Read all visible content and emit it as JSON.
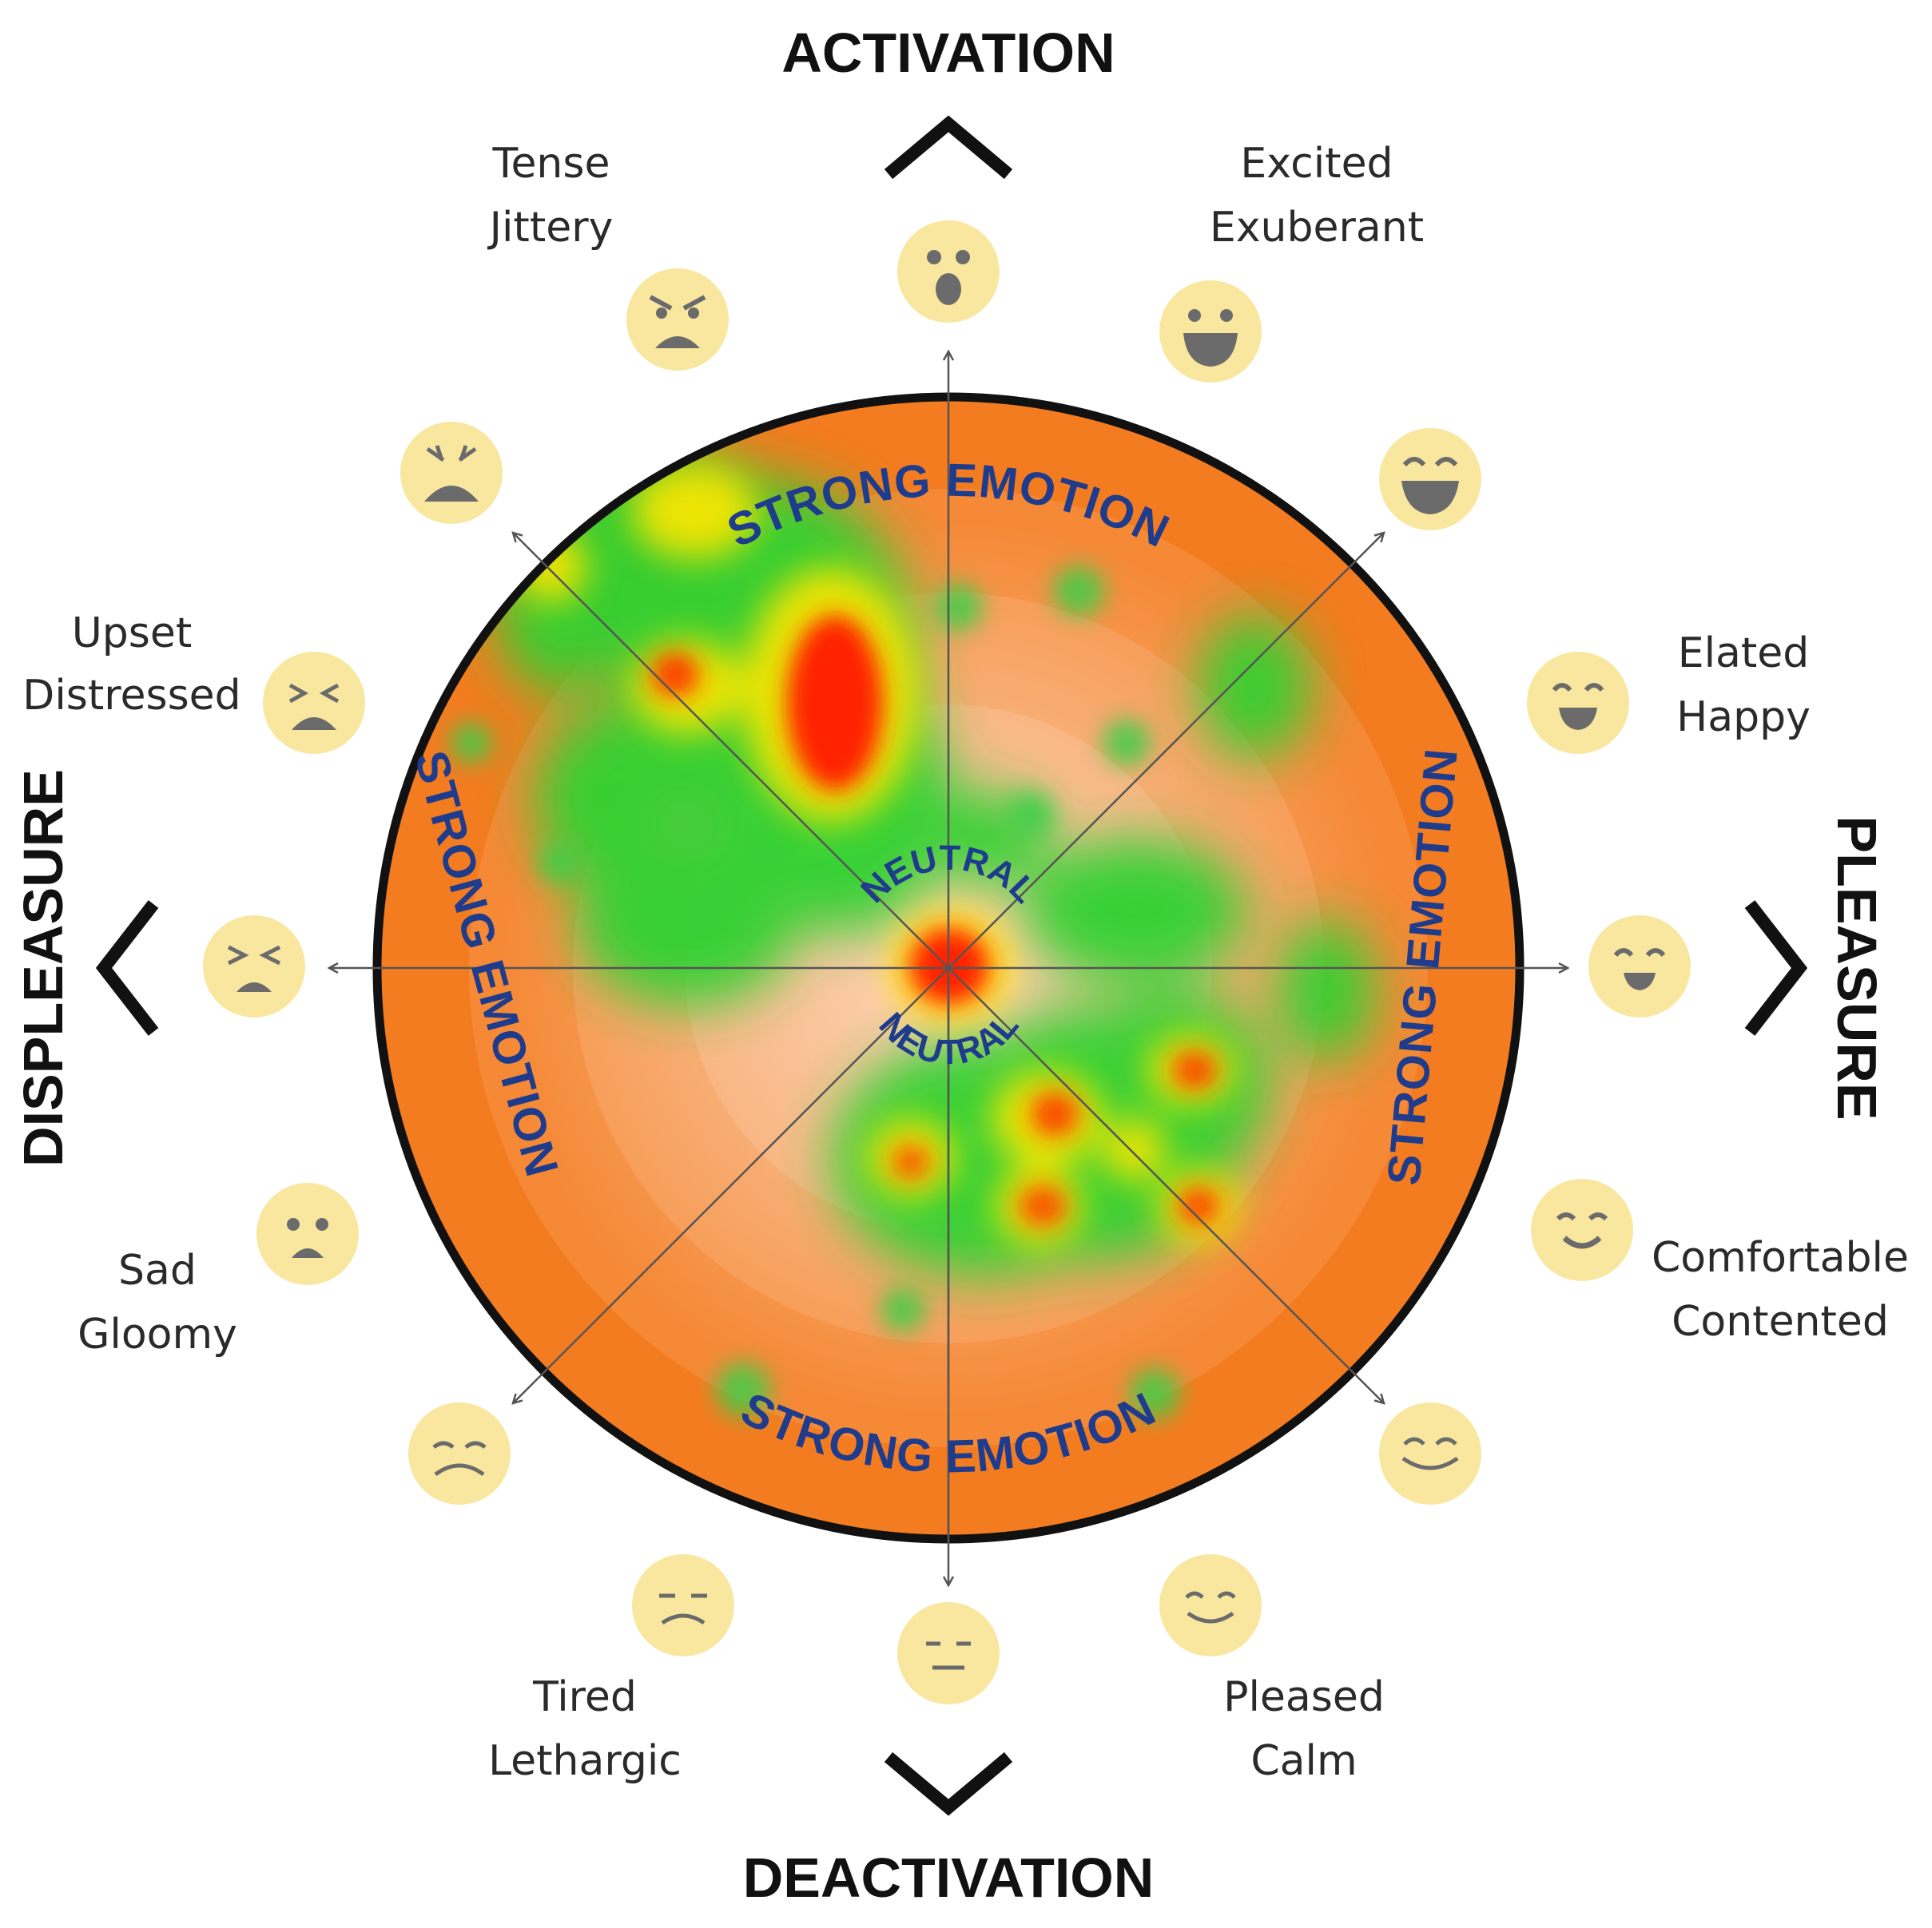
{
  "axes": {
    "top": "ACTIVATION",
    "bottom": "DEACTIVATION",
    "left": "DISPLEASURE",
    "right": "PLEASURE"
  },
  "ring_text": {
    "top": "STRONG EMOTION",
    "bottom": "STRONG EMOTION",
    "left": "STRONG EMOTION",
    "right": "STRONG EMOTION"
  },
  "center_text": {
    "upper": "NEUTRAL",
    "lower": "NEUTRAL"
  },
  "emotions": [
    {
      "id": "tense",
      "line1": "Tense",
      "line2": "Jittery"
    },
    {
      "id": "excited",
      "line1": "Excited",
      "line2": "Exuberant"
    },
    {
      "id": "upset",
      "line1": "Upset",
      "line2": "Distressed"
    },
    {
      "id": "elated",
      "line1": "Elated",
      "line2": "Happy"
    },
    {
      "id": "sad",
      "line1": "Sad",
      "line2": "Gloomy"
    },
    {
      "id": "comfortable",
      "line1": "Comfortable",
      "line2": "Contented"
    },
    {
      "id": "tired",
      "line1": "Tired",
      "line2": "Lethargic"
    },
    {
      "id": "pleased",
      "line1": "Pleased",
      "line2": "Calm"
    }
  ],
  "faces": [
    {
      "name": "surprised-face-icon"
    },
    {
      "name": "big-grin-face-icon"
    },
    {
      "name": "laughing-face-icon"
    },
    {
      "name": "happy-face-icon"
    },
    {
      "name": "smiling-face-icon"
    },
    {
      "name": "content-face-icon"
    },
    {
      "name": "calm-smile-face-icon"
    },
    {
      "name": "relaxed-face-icon"
    },
    {
      "name": "neutral-face-icon"
    },
    {
      "name": "tired-face-icon"
    },
    {
      "name": "sleepy-frown-face-icon"
    },
    {
      "name": "sad-face-icon"
    },
    {
      "name": "squinting-upset-face-icon"
    },
    {
      "name": "distressed-face-icon"
    },
    {
      "name": "screaming-face-icon"
    },
    {
      "name": "angry-face-icon"
    }
  ],
  "colors": {
    "disc": "#f47c20",
    "ring_text": "#1f3c8c",
    "face": "#f9e79f",
    "face_feature": "#6b6b6b",
    "heat_low": "#00c800",
    "heat_mid": "#ffee00",
    "heat_high": "#ff1a00"
  }
}
